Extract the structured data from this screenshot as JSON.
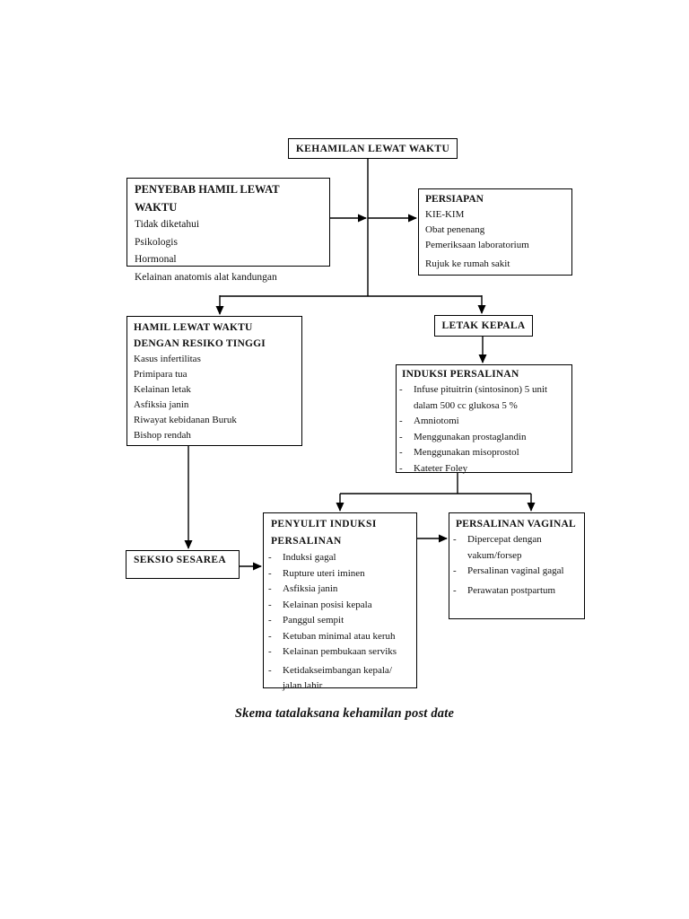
{
  "caption": "Skema tatalaksana kehamilan post date",
  "colors": {
    "background": "#ffffff",
    "line": "#000000",
    "text": "#111111"
  },
  "boxes": {
    "kehamilan": {
      "title": "KEHAMILAN LEWAT WAKTU"
    },
    "penyebab": {
      "title": "PENYEBAB HAMIL LEWAT WAKTU",
      "items": [
        "Tidak diketahui",
        "Psikologis",
        "Hormonal",
        "Kelainan anatomis alat kandungan"
      ]
    },
    "persiapan": {
      "title": "PERSIAPAN",
      "items": [
        "KIE-KIM",
        "Obat penenang",
        "Pemeriksaan laboratorium",
        "Rujuk ke rumah sakit"
      ]
    },
    "resiko_tinggi": {
      "title": "HAMIL LEWAT WAKTU DENGAN RESIKO TINGGI",
      "items": [
        "Kasus infertilitas",
        "Primipara tua",
        "Kelainan letak",
        "Asfiksia janin",
        "Riwayat kebidanan Buruk",
        "Bishop rendah"
      ]
    },
    "letak_kepala": {
      "title": "LETAK KEPALA"
    },
    "induksi": {
      "title": "INDUKSI PERSALINAN",
      "bullet": "-",
      "items": [
        "Infuse pituitrin (sintosinon) 5 unit dalam 500 cc glukosa 5 %",
        "Amniotomi",
        "Menggunakan prostaglandin",
        "Menggunakan misoprostol",
        "Kateter Foley"
      ]
    },
    "seksio": {
      "title": "SEKSIO SESAREA"
    },
    "penyulit": {
      "title": "PENYULIT INDUKSI PERSALINAN",
      "bullet": "-",
      "items": [
        "Induksi gagal",
        "Rupture uteri iminen",
        "Asfiksia janin",
        "Kelainan posisi kepala",
        "Panggul sempit",
        "Ketuban minimal atau keruh",
        "Kelainan pembukaan serviks",
        "Ketidakseimbangan kepala/ jalan lahir"
      ]
    },
    "vaginal": {
      "title": "PERSALINAN VAGINAL",
      "bullet": "-",
      "items": [
        "Dipercepat dengan vakum/forsep",
        "Persalinan vaginal gagal",
        "Perawatan postpartum"
      ]
    }
  }
}
